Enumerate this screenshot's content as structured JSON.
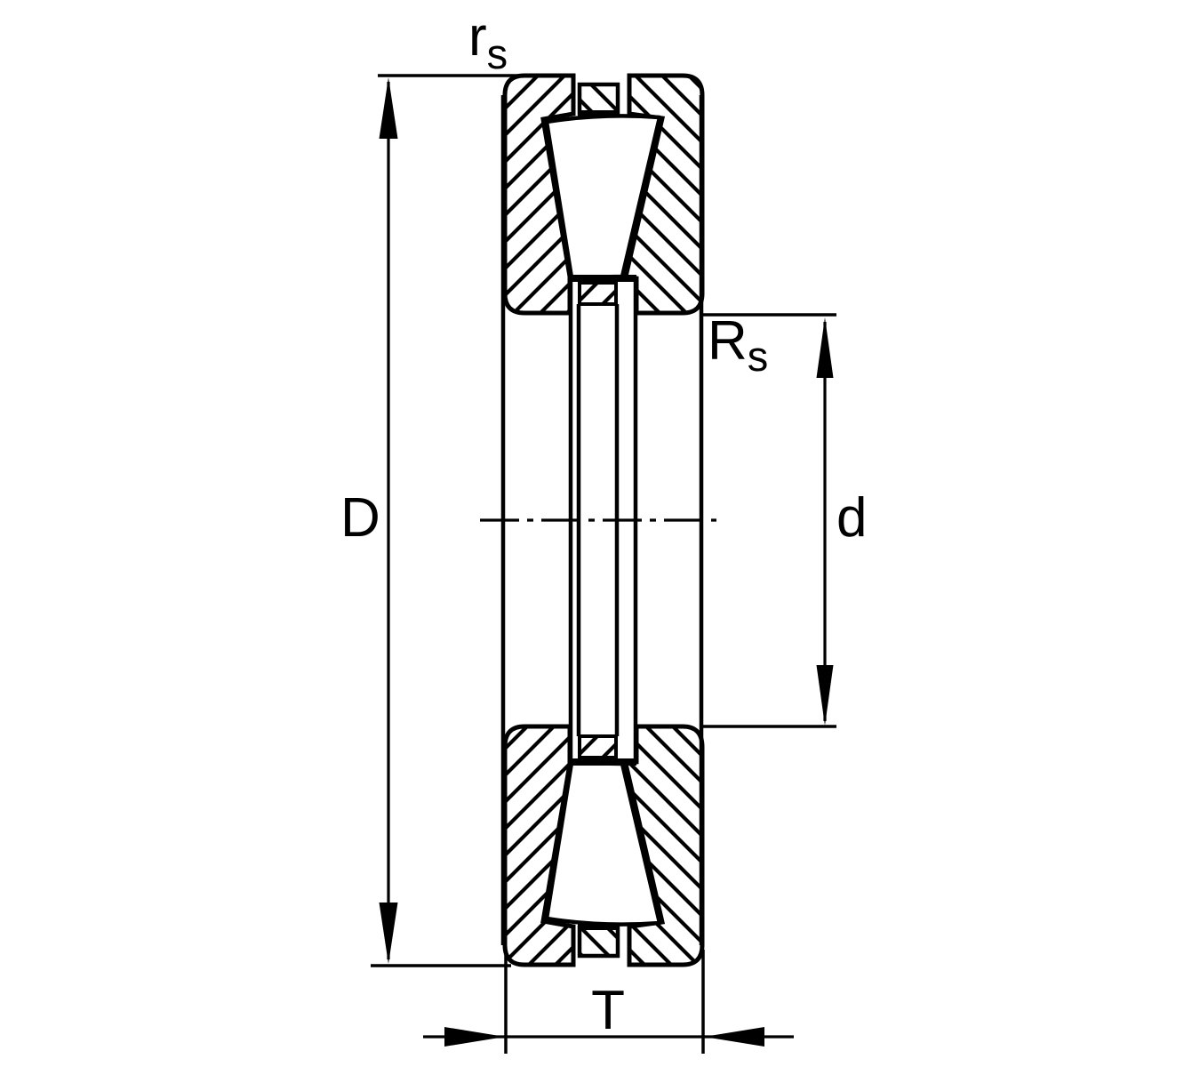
{
  "figure": {
    "type": "engineering-drawing",
    "subject": "thrust-roller-bearing-cross-section",
    "background_color": "#ffffff",
    "line_color": "#000000"
  },
  "labels": {
    "outer_diameter": "D",
    "bore_diameter": "d",
    "overall_width": "T",
    "chamfer_outer": {
      "main": "r",
      "sub": "s"
    },
    "chamfer_inner": {
      "main": "R",
      "sub": "s"
    }
  }
}
